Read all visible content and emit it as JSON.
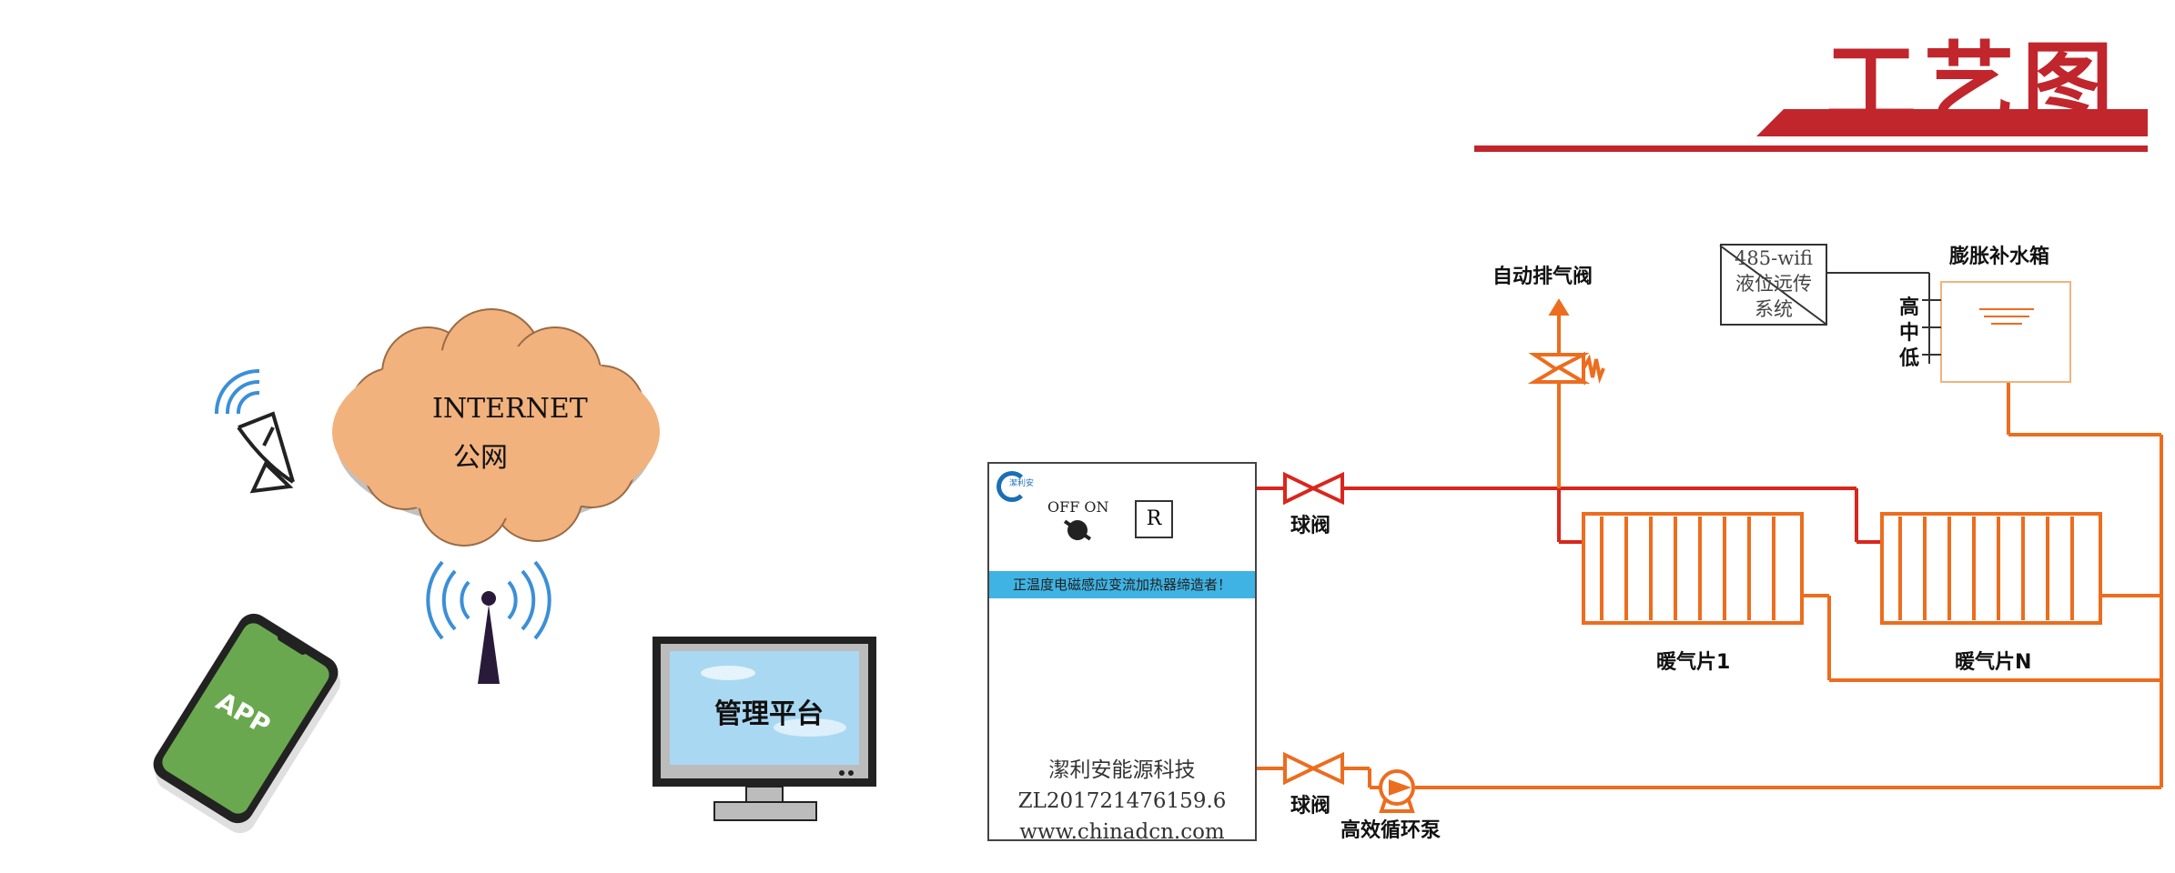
{
  "header": {
    "title": "工艺图"
  },
  "network": {
    "cloud_line1": "INTERNET",
    "cloud_line2": "公网",
    "phone_label": "APP",
    "monitor_label": "管理平台"
  },
  "heater": {
    "logo_text": "潔利安",
    "switch_label": "OFF ON",
    "reset_label": "R",
    "banner": "正温度电磁感应变流加热器缔造者！",
    "company": "潔利安能源科技",
    "patent": "ZL201721476159.6",
    "website": "www.chinadcn.com"
  },
  "components": {
    "air_vent": "自动排气阀",
    "ball_valve_top": "球阀",
    "ball_valve_bottom": "球阀",
    "pump": "高效循环泵",
    "radiator_1": "暖气片1",
    "radiator_n": "暖气片N",
    "tank": "膨胀补水箱",
    "level_high": "高",
    "level_mid": "中",
    "level_low": "低",
    "level_system_line1": "485-wifi",
    "level_system_line2": "液位远传",
    "level_system_line3": "系统"
  },
  "colors": {
    "title_red": "#c0262c",
    "supply_pipe": "#d9261c",
    "return_pipe": "#ec6d1e",
    "cloud": "#f2b27e",
    "screen": "#a9d8f2",
    "phone": "#6aa84f",
    "banner": "#3fb3e3"
  },
  "icons": [
    "satellite-dish-icon",
    "antenna-tower-icon",
    "smartphone-icon",
    "monitor-icon",
    "cloud-icon"
  ]
}
